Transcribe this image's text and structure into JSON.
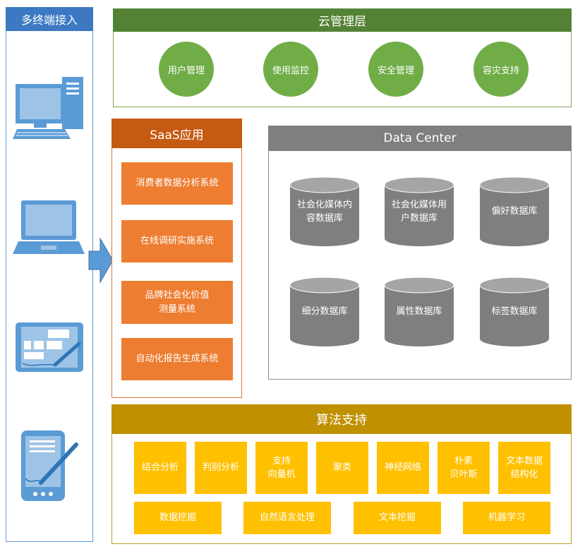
{
  "terminal": {
    "title": "多终端接入"
  },
  "cloud": {
    "title": "云管理层",
    "items": [
      "用户管理",
      "使用监控",
      "安全管理",
      "容灾支持"
    ]
  },
  "saas": {
    "title": "SaaS应用",
    "items": [
      "消费者数据分析系统",
      "在线调研实施系统",
      "品牌社会化价值\n测量系统",
      "自动化报告生成系统"
    ]
  },
  "data_center": {
    "title": "Data Center",
    "databases": [
      "社会化媒体内\n容数据库",
      "社会化媒体用\n户数据库",
      "偏好数据库",
      "细分数据库",
      "属性数据库",
      "标签数据库"
    ]
  },
  "algorithm": {
    "title": "算法支持",
    "row1": [
      "结合分析",
      "判别分析",
      "支持\n向量机",
      "聚类",
      "神经网络",
      "朴素\n贝叶斯",
      "文本数据\n结构化"
    ],
    "row2": [
      "数据挖掘",
      "自然语言处理",
      "文本挖掘",
      "机器学习"
    ]
  },
  "colors": {
    "terminal": "#3d79c2",
    "cloud": "#548235",
    "cloud_circle": "#70ad47",
    "saas_header": "#c55a11",
    "saas_item": "#ed7d31",
    "data_center": "#7f7f7f",
    "algorithm_header": "#bf9000",
    "algorithm_item": "#ffc000"
  },
  "icons": [
    "desktop-computer-icon",
    "laptop-icon",
    "tablet-icon",
    "handheld-pen-device-icon",
    "right-arrow-icon",
    "database-cylinder-icon"
  ]
}
